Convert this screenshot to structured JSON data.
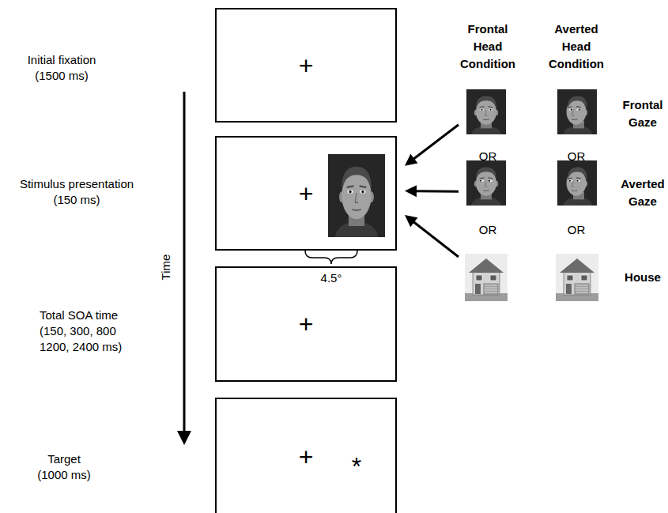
{
  "diagram": {
    "nodes": [
      {
        "text": [
          "+"
        ]
      },
      {
        "text": [
          "+"
        ]
      },
      {
        "text": [
          "+"
        ]
      },
      {
        "text": [
          "+",
          "*"
        ]
      },
      {
        "text": [
          "Frontal Gaze"
        ]
      },
      {
        "text": [
          "Averted Gaze"
        ]
      },
      {
        "text": [
          "House"
        ]
      }
    ],
    "edges": [
      {
        "from": 4,
        "to": 1,
        "arrow": "to"
      },
      {
        "from": 5,
        "to": 1,
        "arrow": "to"
      },
      {
        "from": 6,
        "to": 1,
        "arrow": "to"
      }
    ],
    "labels": [
      "Initial fixation (1500 ms)",
      "Stimulus presentation (150 ms)",
      "Time",
      "Total SOA time (150, 300, 800 1200, 2400 ms)",
      "Target (1000 ms)",
      "4.5°",
      "Frontal Head Condition",
      "Averted Head Condition",
      "OR",
      "OR",
      "OR",
      "OR"
    ]
  }
}
